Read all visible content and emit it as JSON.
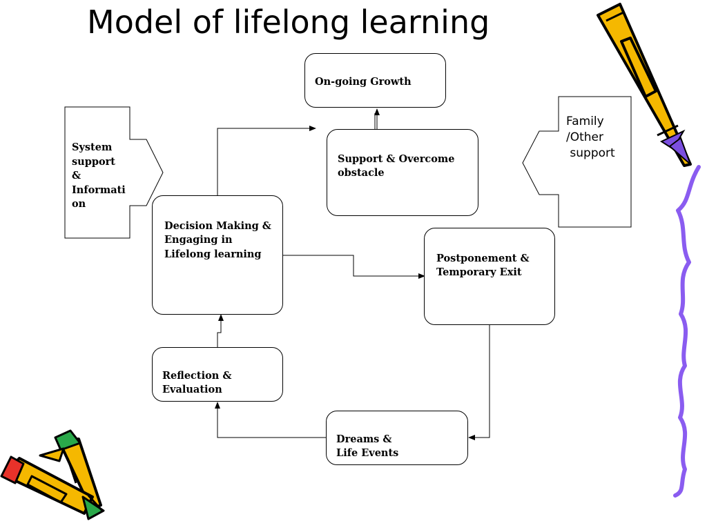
{
  "title": "Model of lifelong learning",
  "nodes": {
    "ongoing_growth": "On-going Growth",
    "support_overcome": "Support & Overcome\nobstacle",
    "decision_making": "Decision Making &\nEngaging in\nLifelong learning",
    "postponement": "Postponement &\nTemporary Exit",
    "reflection": "Reflection &\nEvaluation",
    "dreams": "Dreams &\nLife Events"
  },
  "side_inputs": {
    "system_support": "System\nsupport\n&\nInformati\non",
    "family_support": "Family\n/Other\n support"
  },
  "colors": {
    "pencil_body": "#f5b800",
    "pencil_outline": "#000000",
    "pencil_stripe": "#7b4fe0",
    "squiggle": "#8a5cf0",
    "eraser_red": "#e8322a",
    "eraser_green": "#2aa84a"
  },
  "decorations": [
    "pencil-icon",
    "pencil-icon",
    "pencil-icon",
    "squiggle-line"
  ]
}
